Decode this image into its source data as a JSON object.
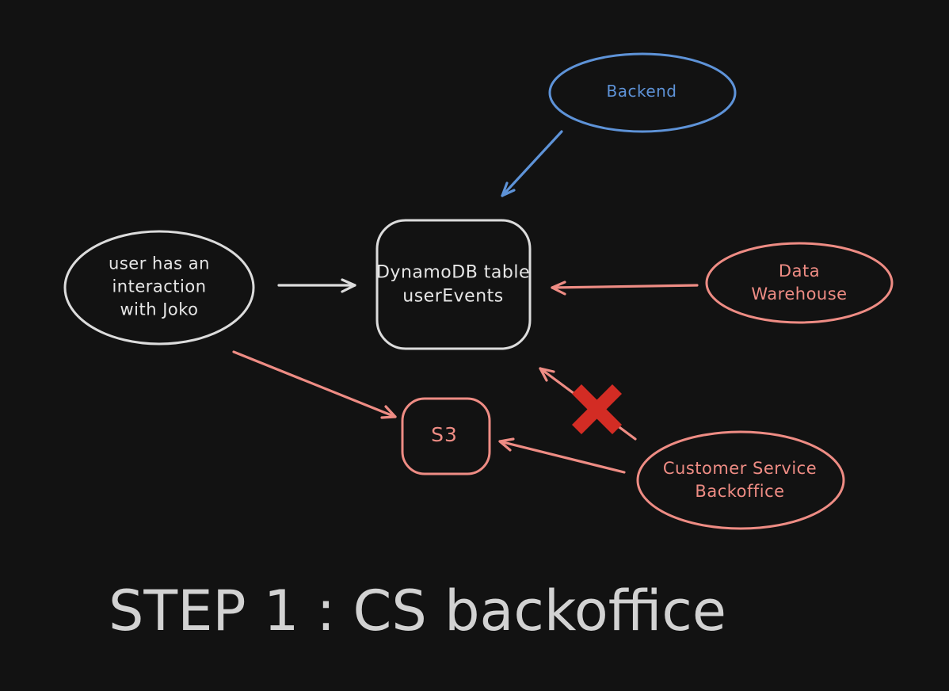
{
  "title": "STEP 1 : CS backoffice",
  "colors": {
    "background": "#121212",
    "stroke_light": "#dcdcdc",
    "text_light": "#e6e6e6",
    "blue": "#5e93d8",
    "salmon": "#ee8c84",
    "x_red": "#d32c24",
    "title_gray": "#d2d2d2"
  },
  "nodes": {
    "backend": {
      "label": "Backend",
      "shape": "ellipse",
      "color": "blue"
    },
    "user": {
      "label": "user has an\ninteraction\nwith Joko",
      "shape": "ellipse",
      "color": "light"
    },
    "dynamodb": {
      "label": "DynamoDB table\nuserEvents",
      "shape": "rounded-rectangle",
      "color": "light"
    },
    "warehouse": {
      "label": "Data\nWarehouse",
      "shape": "ellipse",
      "color": "salmon"
    },
    "s3": {
      "label": "S3",
      "shape": "rounded-rectangle",
      "color": "salmon"
    },
    "cs_backoffice": {
      "label": "Customer Service\nBackoffice",
      "shape": "ellipse",
      "color": "salmon"
    }
  },
  "edges": [
    {
      "from": "Backend",
      "to": "DynamoDB table userEvents",
      "color": "blue",
      "blocked": false
    },
    {
      "from": "user has an interaction with Joko",
      "to": "DynamoDB table userEvents",
      "color": "light",
      "blocked": false
    },
    {
      "from": "Data Warehouse",
      "to": "DynamoDB table userEvents",
      "color": "salmon",
      "blocked": false
    },
    {
      "from": "user has an interaction with Joko",
      "to": "S3",
      "color": "salmon",
      "blocked": false
    },
    {
      "from": "Customer Service Backoffice",
      "to": "DynamoDB table userEvents",
      "color": "salmon",
      "blocked": true
    },
    {
      "from": "Customer Service Backoffice",
      "to": "S3",
      "color": "salmon",
      "blocked": false
    }
  ]
}
